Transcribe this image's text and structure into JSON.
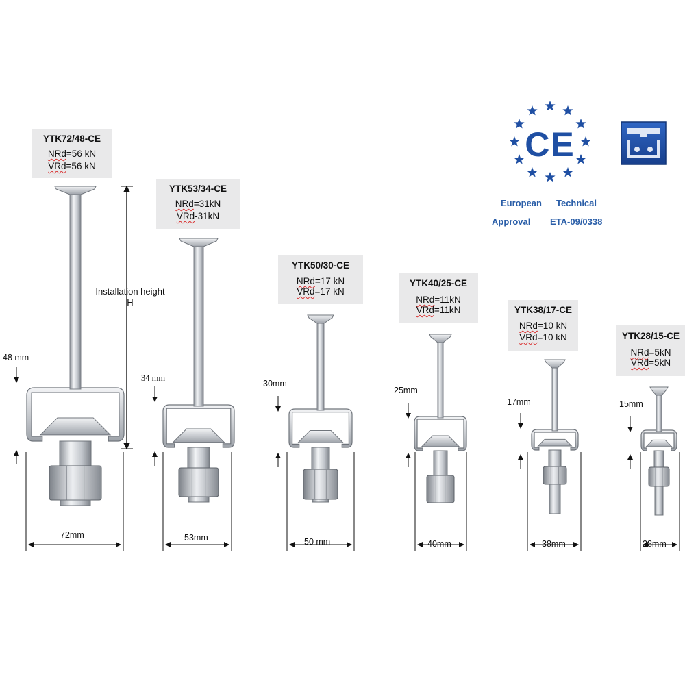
{
  "colors": {
    "metal_light": "#dfe2e6",
    "metal_mid": "#a8adb4",
    "metal_dark": "#6f747b",
    "label_bg": "#e9e9ea",
    "ce_blue": "#1f4fa3",
    "text_blue": "#2a5ea8",
    "dim_line": "#111111"
  },
  "anchors": [
    {
      "model": "YTK72/48-CE",
      "nrd": "NRd=56  kN",
      "vrd": "VRd=56  kN",
      "embed": "48 mm",
      "width": "72mm"
    },
    {
      "model": "YTK53/34-CE",
      "nrd": "NRd=31kN",
      "vrd": "VRd-31kN",
      "embed": "34 mm",
      "width": "53mm"
    },
    {
      "model": "YTK50/30-CE",
      "nrd": "NRd=17 kN",
      "vrd": "VRd=17 kN",
      "embed": "30mm",
      "width": "50 mm"
    },
    {
      "model": "YTK40/25-CE",
      "nrd": "NRd=11kN",
      "vrd": "VRd=11kN",
      "embed": "25mm",
      "width": "40mm"
    },
    {
      "model": "YTK38/17-CE",
      "nrd": "NRd=10 kN",
      "vrd": "VRd=10 kN",
      "embed": "17mm",
      "width": "38mm"
    },
    {
      "model": "YTK28/15-CE",
      "nrd": "NRd=5kN",
      "vrd": "VRd=5kN",
      "embed": "15mm",
      "width": "28mm"
    }
  ],
  "installation_label": {
    "line1": "Installation height",
    "line2": "H"
  },
  "certification": {
    "word1": "European",
    "word2": "Technical",
    "word3": "Approval",
    "code": "ETA-09/0338"
  },
  "icons": {
    "ce_mark": "ce-mark-icon",
    "channel_logo": "channel-logo-icon"
  }
}
